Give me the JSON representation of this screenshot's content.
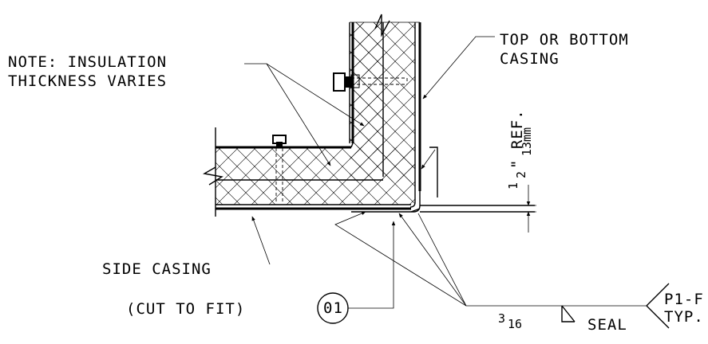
{
  "labels": {
    "note_line1": "NOTE: INSULATION",
    "note_line2": "THICKNESS VARIES",
    "top_casing_line1": "TOP OR BOTTOM",
    "top_casing_line2": "CASING",
    "side_casing": "SIDE CASING",
    "cut_to_fit": "(CUT TO FIT)",
    "callout_id": "01",
    "dim_inch": "1/2\" REF.",
    "dim_inch_num": "1",
    "dim_inch_den": "2",
    "dim_inch_suffix": "\" REF.",
    "dim_mm": "13mm",
    "weld_size_num": "3",
    "weld_size_den": "16",
    "weld_label": "SEAL",
    "ref_line1": "P1-F",
    "ref_line2": "TYP."
  },
  "colors": {
    "line": "#000000",
    "background": "#ffffff"
  }
}
